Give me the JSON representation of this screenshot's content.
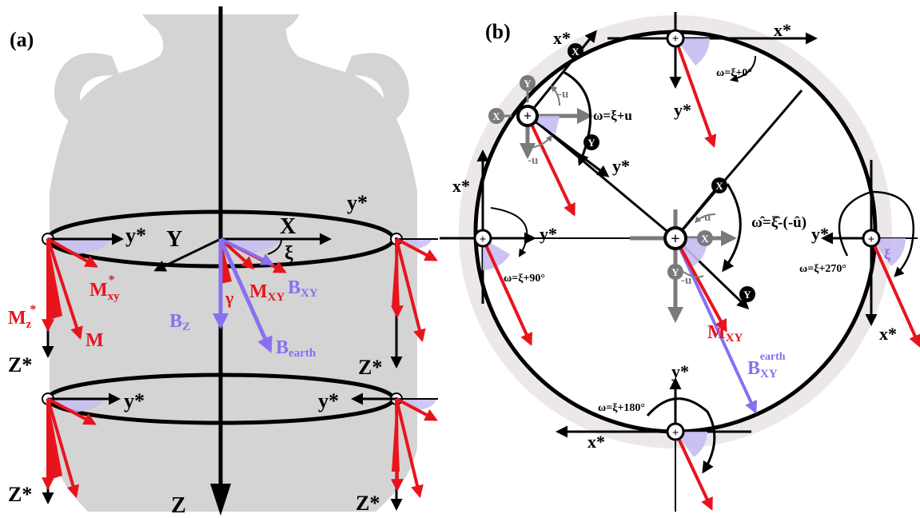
{
  "colors": {
    "axis": "#000000",
    "magnetization": "#e8141c",
    "earth_field": "#8a6ff0",
    "vessel_silhouette": "#d4d4d4",
    "sample_axes_grey": "#7a7a7a",
    "angle_fill": "#c7bdf2",
    "rim_band": "#ece8ea"
  },
  "panel_a": {
    "label": "(a)",
    "axes": {
      "X": "X",
      "Y": "Y",
      "Z": "Z"
    },
    "sample_axes": {
      "y_star": "y*",
      "Z_star": "Z*"
    },
    "angles": {
      "gamma": "γ",
      "xi": "ξ"
    },
    "vectors": {
      "Mxy_star_base": "M",
      "Mxy_star_sub": "xy",
      "Mxy_star_sup": "*",
      "Mz_star_base": "M",
      "Mz_star_sub": "z",
      "Mz_star_sup": "*",
      "M": "M",
      "Mxy_base": "M",
      "Mxy_sub": "XY",
      "Bxy_base": "B",
      "Bxy_sub": "XY",
      "Bz_base": "B",
      "Bz_sub": "Z",
      "Bearth_base": "B",
      "Bearth_sub": "earth"
    }
  },
  "panel_b": {
    "label": "(b)",
    "sample_axes": {
      "x_star": "x*",
      "y_star": "y*"
    },
    "circle_badges": {
      "X": "X",
      "Y": "Y"
    },
    "neg_u": "-u",
    "omega_labels": {
      "w0": "ω=ξ+0°",
      "wu": "ω=ξ+u",
      "w90": "ω=ξ+90°",
      "w180": "ω=ξ+180°",
      "w270": "ω=ξ+270°",
      "what": "ω̂=ξ̂-(-û)"
    },
    "xi": "ξ",
    "vectors": {
      "Mxy_base": "M",
      "Mxy_sub": "XY",
      "Bxy_earth_base": "B",
      "Bxy_earth_sub": "XY",
      "Bxy_earth_sup": "earth"
    }
  }
}
